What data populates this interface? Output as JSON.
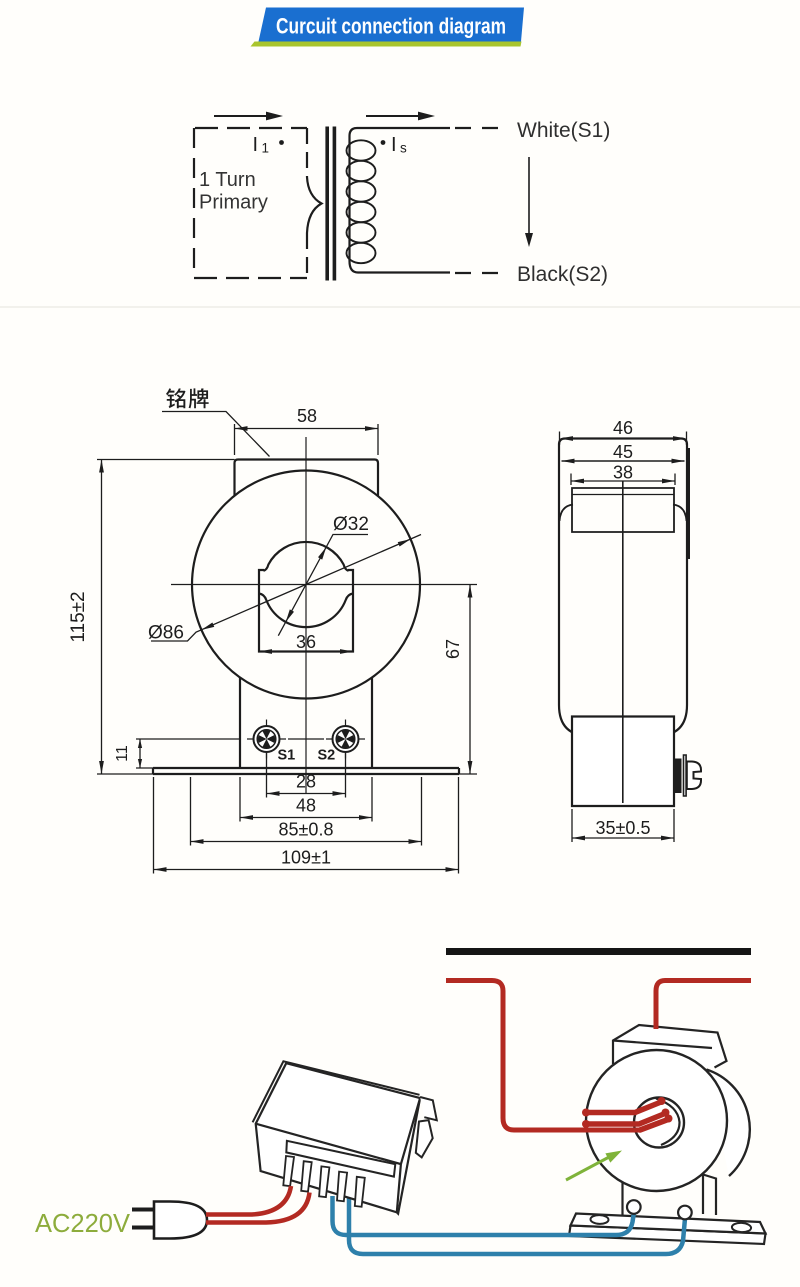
{
  "banner": {
    "title": "Curcuit connection diagram",
    "bg": "#1a6fd0",
    "underline": "#a9c52d"
  },
  "circuit": {
    "primary_winding_label": [
      "1 Turn",
      "Primary"
    ],
    "primary_current_symbol": "I",
    "primary_current_subscript": "1",
    "secondary_current_symbol": "I",
    "secondary_current_subscript": "s",
    "secondary_lead_top": "White(S1)",
    "secondary_lead_bottom": "Black(S2)"
  },
  "front_view": {
    "nameplate_callout": "铭牌",
    "terminal_labels": [
      "S1",
      "S2"
    ],
    "dimensions": {
      "top_width": "58",
      "overall_height": "115±2",
      "inner_hole_diameter": "Ø32",
      "outer_ring_diameter": "Ø86",
      "hole_flat_width": "36",
      "center_to_base": "67",
      "flange_offset": "11",
      "terminal_pitch": "28",
      "column_width": "48",
      "mounting_hole_pitch": "85±0.8",
      "overall_width": "109±1"
    }
  },
  "side_view": {
    "dimensions": {
      "overall_depth": "46",
      "body_depth": "45",
      "nameplate_depth": "38",
      "base_depth": "35±0.5"
    }
  },
  "wiring": {
    "supply_label": "AC220V"
  },
  "colors": {
    "line": "#1d1d1d",
    "wire_live": "#b32a22",
    "wire_secondary": "#2e80ab",
    "accent_green": "#8dac3c",
    "busbar": "#151515"
  }
}
